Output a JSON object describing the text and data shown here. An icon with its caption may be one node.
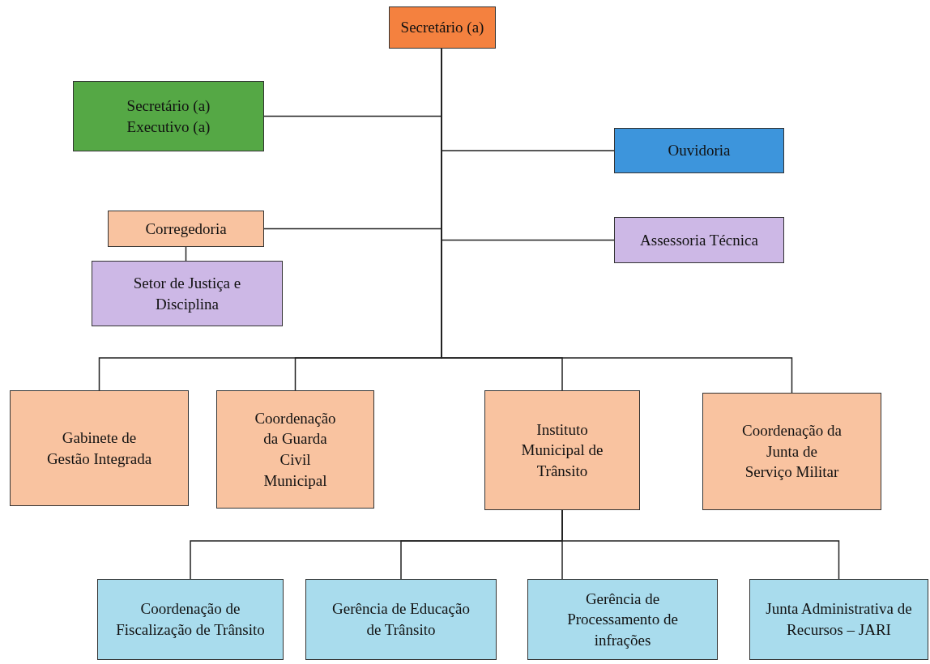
{
  "diagram": {
    "nodes": [
      {
        "text": [
          "Secretário (a)"
        ]
      },
      {
        "text": [
          "Secretário (a) Executivo (a)"
        ]
      },
      {
        "text": [
          "Ouvidoria"
        ]
      },
      {
        "text": [
          "Corregedoria"
        ]
      },
      {
        "text": [
          "Assessoria Técnica"
        ]
      },
      {
        "text": [
          "Setor de Justiça e Disciplina"
        ]
      },
      {
        "text": [
          "Gabinete de Gestão Integrada"
        ]
      },
      {
        "text": [
          "Coordenação da Guarda Civil Municipal"
        ]
      },
      {
        "text": [
          "Instituto Municipal de Trânsito"
        ]
      },
      {
        "text": [
          "Coordenação da Junta de Serviço Militar"
        ]
      },
      {
        "text": [
          "Coordenação de Fiscalização de Trânsito"
        ]
      },
      {
        "text": [
          "Gerência de Educação de Trânsito"
        ]
      },
      {
        "text": [
          "Gerência de Processamento de infrações"
        ]
      },
      {
        "text": [
          "Junta Administrativa de Recursos – JARI"
        ]
      }
    ],
    "edges": [
      {
        "from": 0,
        "to": 1,
        "arrow": "none"
      },
      {
        "from": 0,
        "to": 2,
        "arrow": "none"
      },
      {
        "from": 0,
        "to": 3,
        "arrow": "none"
      },
      {
        "from": 0,
        "to": 4,
        "arrow": "none"
      },
      {
        "from": 3,
        "to": 5,
        "arrow": "none"
      },
      {
        "from": 0,
        "to": 6,
        "arrow": "none"
      },
      {
        "from": 0,
        "to": 7,
        "arrow": "none"
      },
      {
        "from": 0,
        "to": 8,
        "arrow": "none"
      },
      {
        "from": 0,
        "to": 9,
        "arrow": "none"
      },
      {
        "from": 8,
        "to": 10,
        "arrow": "none"
      },
      {
        "from": 8,
        "to": 11,
        "arrow": "none"
      },
      {
        "from": 8,
        "to": 12,
        "arrow": "none"
      },
      {
        "from": 8,
        "to": 13,
        "arrow": "none"
      }
    ]
  }
}
